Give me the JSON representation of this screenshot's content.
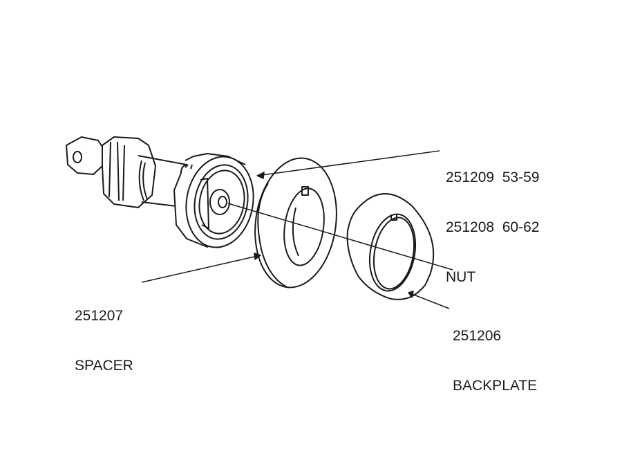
{
  "parts": {
    "nut": {
      "line1_part": "251209",
      "line1_years": "53-59",
      "line2_part": "251208",
      "line2_years": "60-62",
      "name": "NUT"
    },
    "spacer": {
      "part": "251207",
      "name": "SPACER"
    },
    "backplate": {
      "part": "251206",
      "name": "BACKPLATE"
    }
  },
  "colors": {
    "ink": "#1a1a1a",
    "background": "#ffffff"
  }
}
